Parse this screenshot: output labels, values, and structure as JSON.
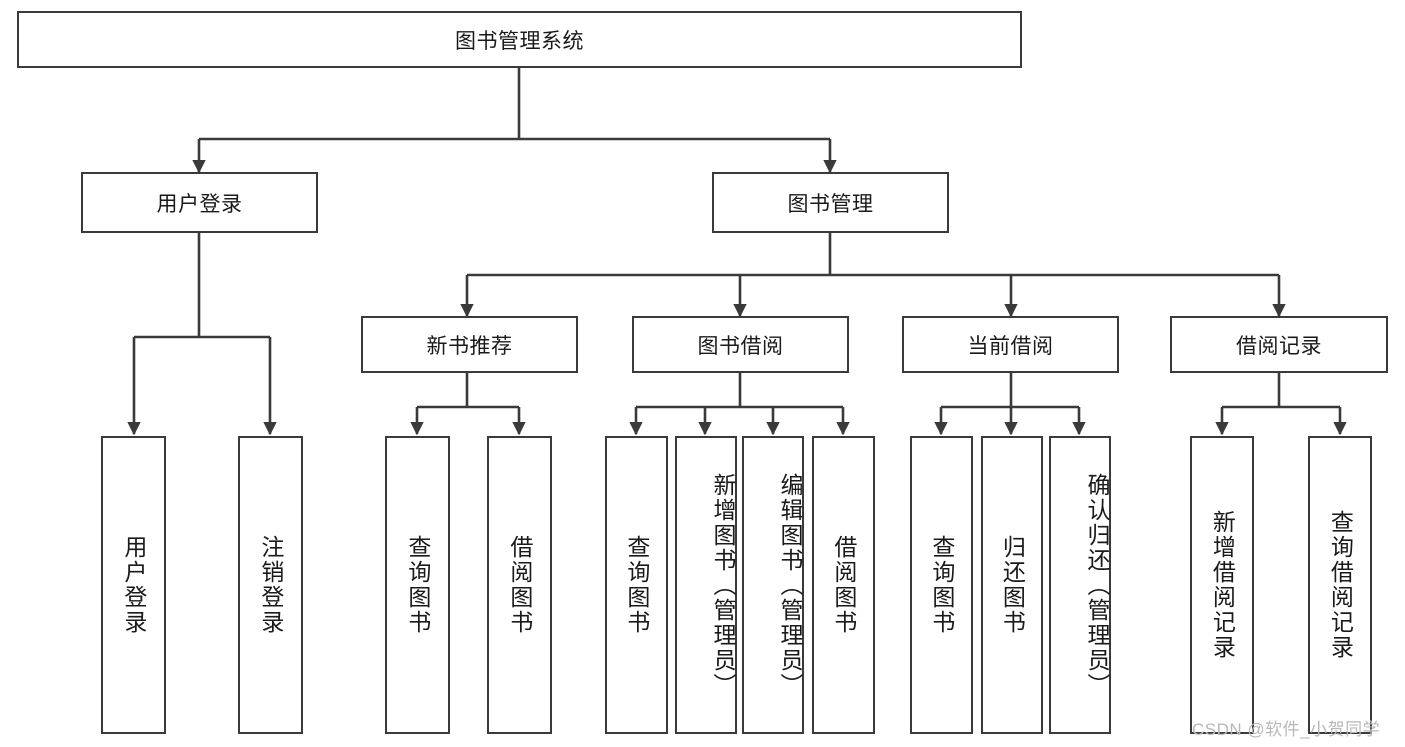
{
  "diagram": {
    "type": "hierarchy-tree",
    "title": "图书管理系统",
    "root": {
      "label": "图书管理系统",
      "name": "root-node-library-management-system"
    },
    "level2": [
      {
        "label": "用户登录",
        "name": "node-user-login"
      },
      {
        "label": "图书管理",
        "name": "node-book-management"
      }
    ],
    "level3": [
      {
        "label": "新书推荐",
        "name": "node-new-book-recommendation"
      },
      {
        "label": "图书借阅",
        "name": "node-book-borrowing"
      },
      {
        "label": "当前借阅",
        "name": "node-current-borrowing"
      },
      {
        "label": "借阅记录",
        "name": "node-borrowing-records"
      }
    ],
    "leaves": [
      {
        "label": "用户登录",
        "name": "leaf-user-login",
        "parent": "用户登录"
      },
      {
        "label": "注销登录",
        "name": "leaf-logout",
        "parent": "用户登录"
      },
      {
        "label": "查询图书",
        "name": "leaf-query-books-recommend",
        "parent": "新书推荐"
      },
      {
        "label": "借阅图书",
        "name": "leaf-borrow-books-recommend",
        "parent": "新书推荐"
      },
      {
        "label": "查询图书",
        "name": "leaf-query-books-borrow",
        "parent": "图书借阅"
      },
      {
        "label": "新增图书（管理员）",
        "name": "leaf-add-book-admin",
        "parent": "图书借阅"
      },
      {
        "label": "编辑图书（管理员）",
        "name": "leaf-edit-book-admin",
        "parent": "图书借阅"
      },
      {
        "label": "借阅图书",
        "name": "leaf-borrow-books",
        "parent": "图书借阅"
      },
      {
        "label": "查询图书",
        "name": "leaf-query-books-current",
        "parent": "当前借阅"
      },
      {
        "label": "归还图书",
        "name": "leaf-return-books",
        "parent": "当前借阅"
      },
      {
        "label": "确认归还（管理员）",
        "name": "leaf-confirm-return-admin",
        "parent": "当前借阅"
      },
      {
        "label": "新增借阅记录",
        "name": "leaf-add-borrow-record",
        "parent": "借阅记录"
      },
      {
        "label": "查询借阅记录",
        "name": "leaf-query-borrow-record",
        "parent": "借阅记录"
      }
    ],
    "colors": {
      "stroke": "#3a3a3a",
      "background": "#ffffff",
      "text": "#1a1a1a",
      "watermark": "#b8b8b8"
    }
  },
  "watermark": {
    "text": "CSDN @软件_小贺同学"
  }
}
